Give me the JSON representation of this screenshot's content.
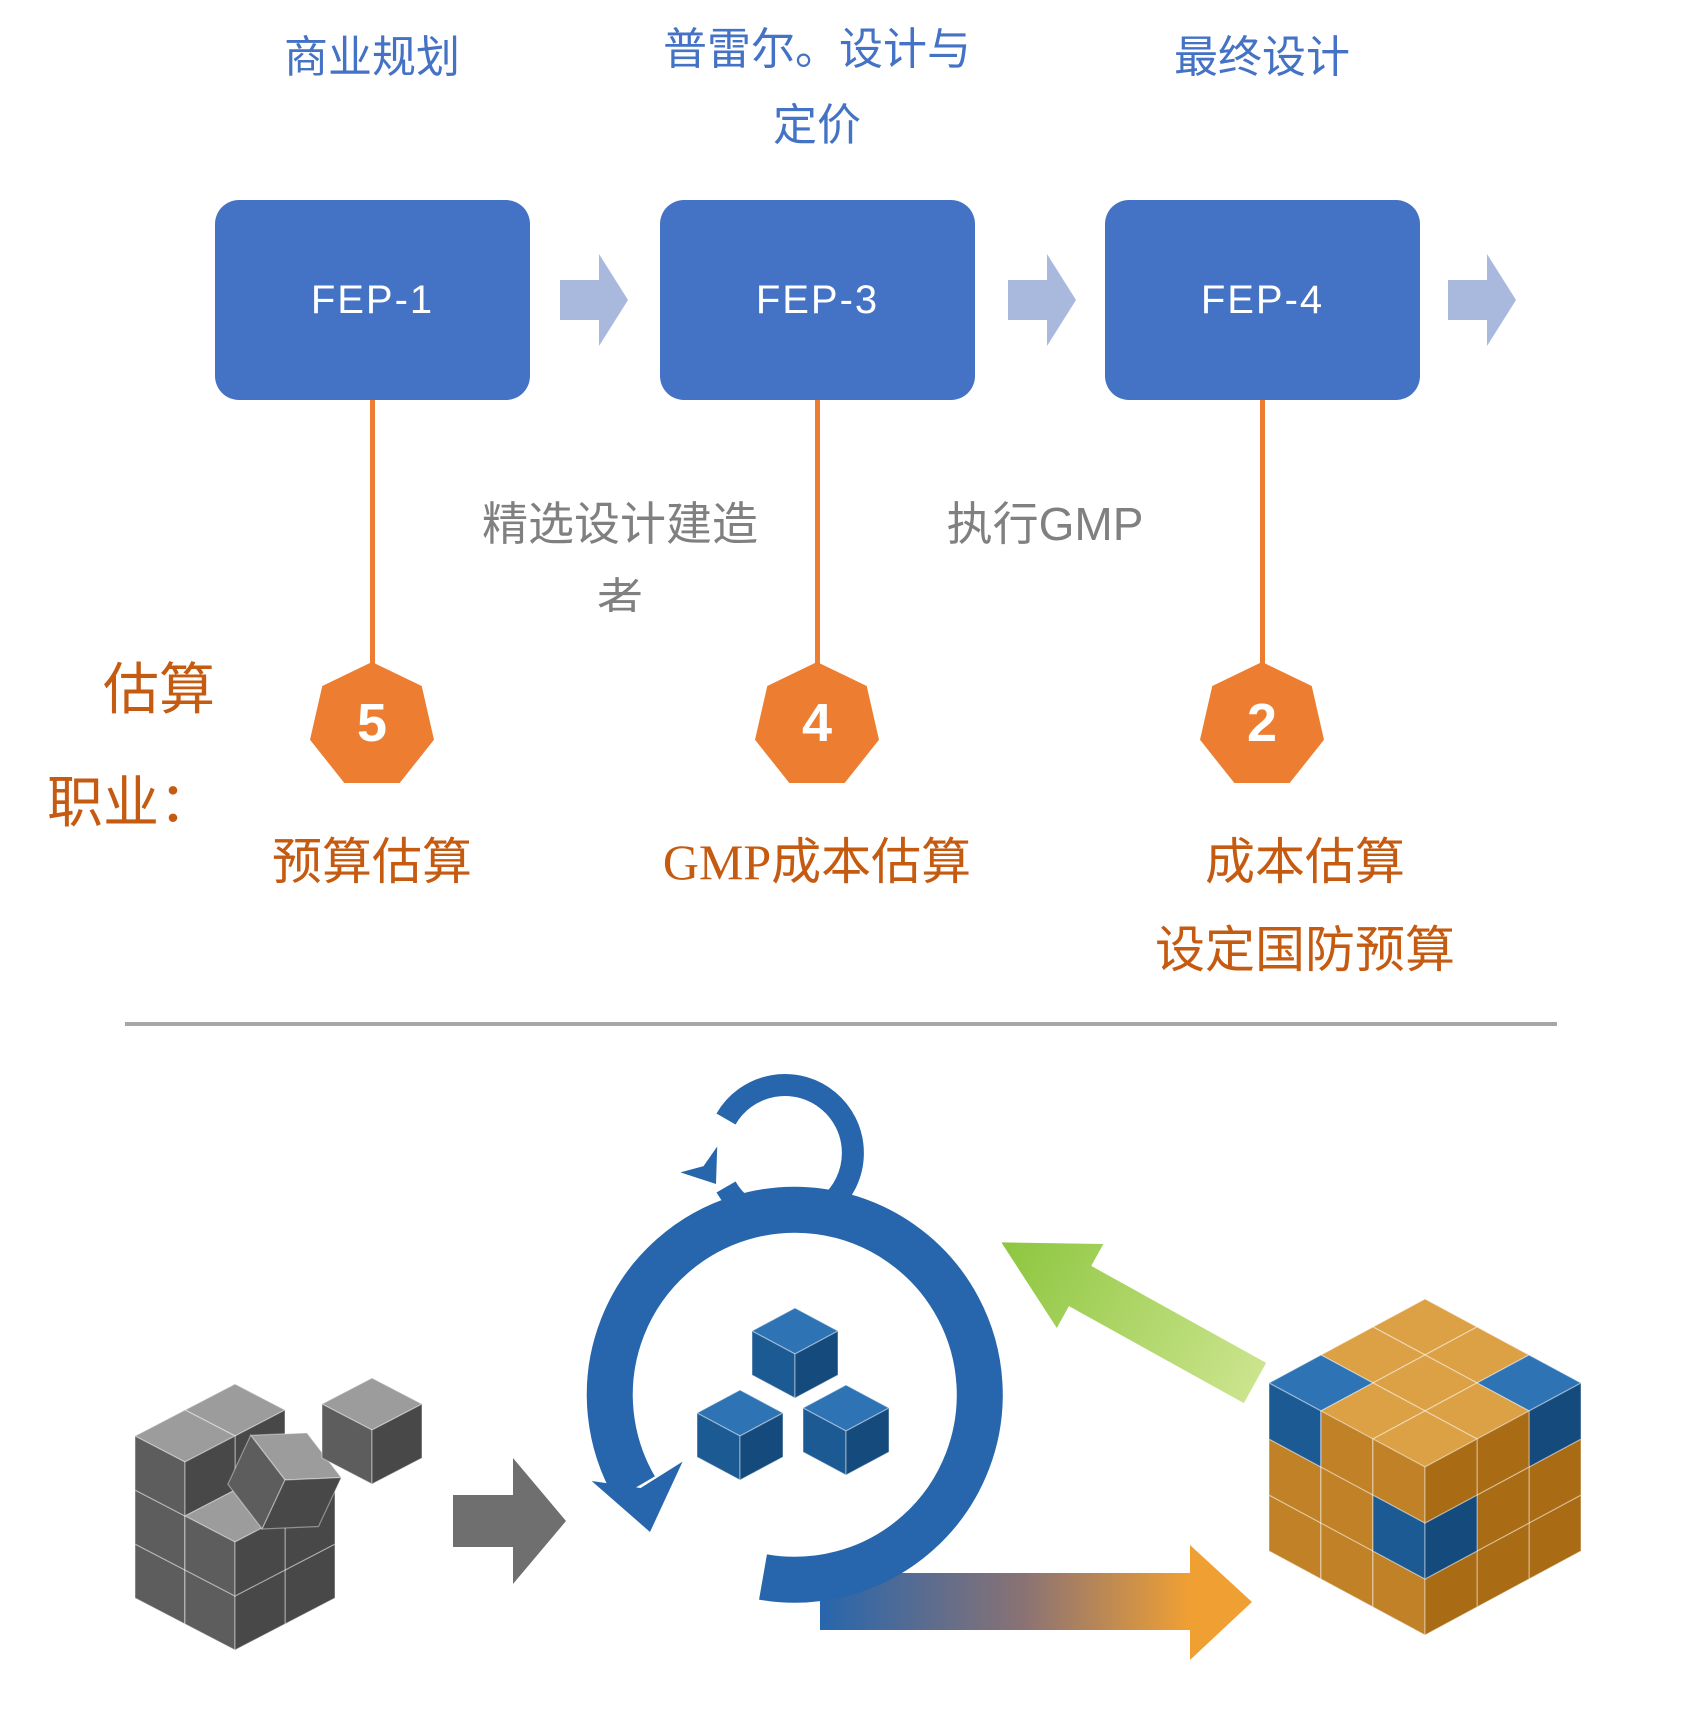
{
  "colors": {
    "stage_blue": "#4472c4",
    "flow_arrow_blue": "#a9b9dd",
    "top_label_blue": "#4472c4",
    "note_gray": "#808080",
    "accent_orange": "#ed7d31",
    "text_orange": "#c55a11",
    "divider_gray": "#a6a6a6",
    "loop_blue": "#2766ad",
    "gradient_arrow_orange": "#f0a033",
    "transform_arrow_gray": "#6f6f6f",
    "green_arrow_light": "#cbe48d",
    "green_arrow_dark": "#8dc63f",
    "cube_palettes": {
      "gray": {
        "top": "#9c9c9c",
        "left": "#5d5d5d",
        "right": "#484848"
      },
      "blue": {
        "top": "#2e74b5",
        "left": "#1c5a94",
        "right": "#154a7c"
      },
      "orange": {
        "top": "#dca045",
        "left": "#c08127",
        "right": "#a96c15"
      }
    }
  },
  "flow": {
    "left_label": {
      "line1": "估算",
      "line2": "职业："
    },
    "stages": [
      {
        "top_line1": "商业规划",
        "top_line2": "",
        "box_label": "FEP-1",
        "badge": "5",
        "bottom_line1": "预算估算",
        "bottom_line2": ""
      },
      {
        "top_line1": "普雷尔。设计与",
        "top_line2": "定价",
        "box_label": "FEP-3",
        "badge": "4",
        "bottom_line1": "GMP成本估算",
        "bottom_line2": ""
      },
      {
        "top_line1": "最终设计",
        "top_line2": "",
        "box_label": "FEP-4",
        "badge": "2",
        "bottom_line1": "成本估算",
        "bottom_line2": "设定国防预算"
      }
    ],
    "notes": [
      {
        "text": "精选设计建造者"
      },
      {
        "text": "执行GMP"
      }
    ]
  },
  "illustration": {
    "left_icon": "disassembled-gray-cubes",
    "center_icon": "iteration-loop-with-blue-cubes",
    "right_icon": "assembled-orange-blue-cube",
    "arrow_icons": [
      "gray-right-arrow",
      "blue-to-orange-gradient-arrow",
      "green-feedback-arrow"
    ]
  }
}
